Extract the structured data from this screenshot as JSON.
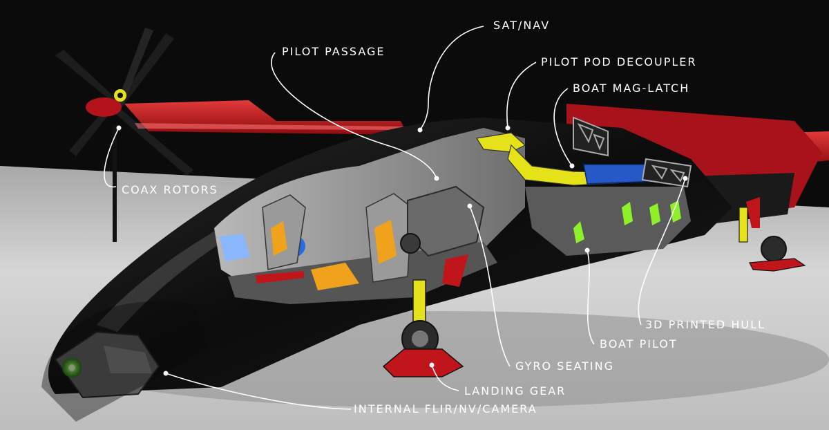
{
  "labels": {
    "sat_nav": "SAT/NAV",
    "pilot_passage": "PILOT PASSAGE",
    "pilot_pod_decoupler": "PILOT POD DECOUPLER",
    "boat_mag_latch": "BOAT MAG-LATCH",
    "coax_rotors": "COAX ROTORS",
    "printed_hull": "3D PRINTED HULL",
    "boat_pilot": "BOAT PILOT",
    "gyro_seating": "GYRO SEATING",
    "landing_gear": "LANDING GEAR",
    "internal_flir": "INTERNAL FLIR/NV/CAMERA"
  },
  "colors": {
    "background_dark": "#0b0b0b",
    "floor": "#c9c9c9",
    "hull_black": "#111111",
    "wing_red": "#c0161b",
    "accent_yellow": "#e6e21a",
    "cockpit_gray": "#8a8a8a",
    "seat_orange": "#f0a21c",
    "screen_blue": "#2a6be0",
    "engine_blue": "#2758c8",
    "glow_green": "#8ef02a",
    "label_white": "#ffffff"
  }
}
